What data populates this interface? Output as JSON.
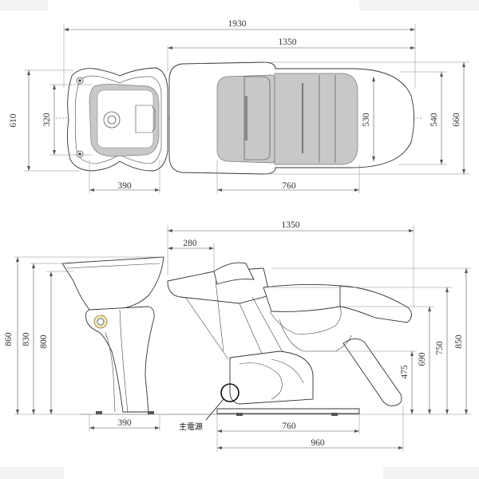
{
  "top_view": {
    "dims": {
      "overall_length": "1930",
      "seat_length": "1350",
      "basin_width": "610",
      "bowl_width": "320",
      "seat_width_inner": "530",
      "seat_width": "540",
      "overall_width": "660",
      "basin_length": "390",
      "seat_base_length": "760"
    }
  },
  "side_view": {
    "dims": {
      "overall_length": "1350",
      "headrest_offset": "280",
      "basin_height_max": "860",
      "basin_height_mid": "830",
      "basin_height_rim": "800",
      "seat_height": "475",
      "armrest_height": "690",
      "back_height_mid": "750",
      "back_height_max": "850",
      "basin_base_length": "390",
      "chair_base_length": "760",
      "chair_total_base": "960"
    },
    "main_power_label": "主電源"
  },
  "colors": {
    "line": "#333333",
    "shade": "#c8c8c8"
  }
}
